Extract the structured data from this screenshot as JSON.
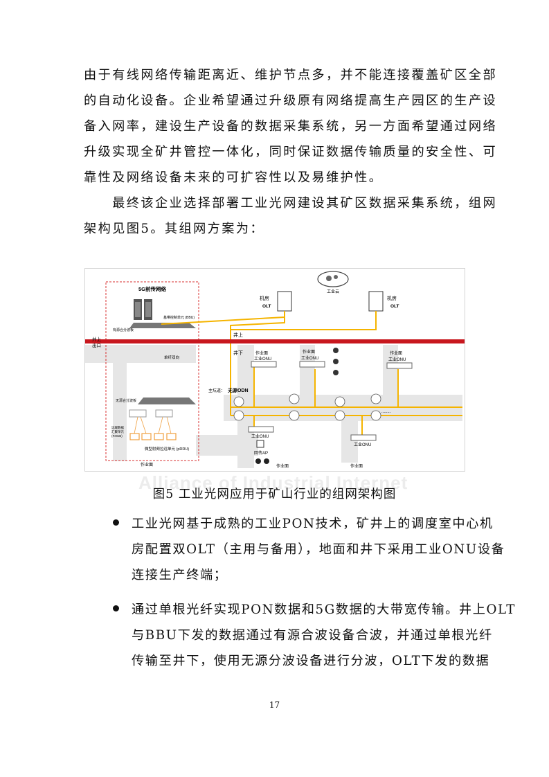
{
  "paragraph1": [
    "由于有线网络传输距离近、维护节点多，并不能连接覆盖矿区全部",
    "的自动化设备。企业希望通过升级原有网络提高生产园区的生产设",
    "备入网率，建设生产设备的数据采集系统，另一方面希望通过网络",
    "升级实现全矿井管控一体化，同时保证数据传输质量的安全性、可",
    "靠性及网络设备未来的可扩容性以及易维护性。"
  ],
  "paragraph2": [
    "　　最终该企业选择部署工业光网建设其矿区数据采集系统，组网",
    "架构见图5。其组网方案为："
  ],
  "figure": {
    "left_panel_title": "5G前传网络",
    "bbu_label": "基带控制单元 (BBU)",
    "active_mux_label": "有源合分波板",
    "single_fiber_label": "单纤双向",
    "passive_mux_label": "无源合分波板",
    "rhub_label": [
      "远端数据",
      "汇聚单元",
      "(RHUB)"
    ],
    "prru_label": "微型射频拉远单元 (pRRU)",
    "cloud_label": "工业云",
    "room_label": "机房",
    "olt_label": "OLT",
    "shaft_top_label": "井上",
    "exit_label": [
      "井上",
      "出口"
    ],
    "shaft_down_label": "井下",
    "workface_label": "作业面",
    "onu_label": "工业ONU",
    "main_shaft_label": "主坑道：",
    "odn_label": "无源ODN",
    "ap_label": "回传AP",
    "dots": "........"
  },
  "caption": "图5 工业光网应用于矿山行业的组网架构图",
  "watermark": "Alliance of Industrial Internet",
  "bullets": [
    [
      "工业光网基于成熟的工业PON技术，矿井上的调度室中心机",
      "房配置双OLT（主用与备用），地面和井下采用工业ONU设备",
      "连接生产终端；"
    ],
    [
      "通过单根光纤实现PON数据和5G数据的大带宽传输。井上OLT",
      "与BBU下发的数据通过有源合波设备合波，并通过单根光纤",
      "传输至井下，使用无源分波设备进行分波，OLT下发的数据"
    ]
  ],
  "page_number": "17",
  "colors": {
    "fiber_yellow": "#f5b400",
    "shaft_red": "#c8171e",
    "tunnel_gray": "#e4e4e4",
    "prru_orange": "#f0a040"
  }
}
